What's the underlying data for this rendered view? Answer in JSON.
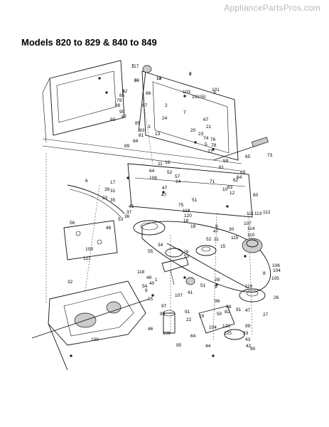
{
  "watermark": "AppliancePartsPros.com",
  "title": "Models 820 to 829 & 840 to 849",
  "callouts": [
    "117",
    "7",
    "14",
    "86",
    "12",
    "66",
    "85",
    "79",
    "88",
    "87",
    "90",
    "67",
    "80",
    "85",
    "83",
    "81",
    "84",
    "89",
    "13",
    "3",
    "24",
    "2",
    "7",
    "67",
    "21",
    "23",
    "20",
    "5",
    "74",
    "76",
    "78",
    "77",
    "59",
    "69",
    "65",
    "73",
    "61",
    "71",
    "10",
    "62",
    "12",
    "63",
    "64",
    "60",
    "64",
    "108",
    "52",
    "57",
    "47",
    "47",
    "11",
    "16",
    "14",
    "75",
    "51",
    "6",
    "17",
    "31",
    "39",
    "33",
    "35",
    "45",
    "37",
    "36",
    "53",
    "56",
    "48",
    "119",
    "120",
    "18",
    "18",
    "11",
    "30",
    "115",
    "114",
    "111",
    "113",
    "107",
    "112",
    "110",
    "34",
    "55",
    "29",
    "53",
    "15",
    "52",
    "47",
    "9",
    "8",
    "104",
    "106",
    "105",
    "109",
    "121",
    "118",
    "49",
    "40",
    "54",
    "9",
    "1",
    "28",
    "9",
    "26",
    "25",
    "107",
    "41",
    "51",
    "116",
    "47",
    "98",
    "32",
    "97",
    "95",
    "91",
    "50",
    "19",
    "96",
    "27",
    "22",
    "46",
    "104",
    "123",
    "43",
    "90",
    "93",
    "82",
    "99",
    "100",
    "95",
    "106",
    "64",
    "125",
    "44",
    "42",
    "91",
    "103",
    "101",
    "102",
    "50",
    "3",
    "7",
    "6",
    "12",
    "5",
    "6"
  ]
}
